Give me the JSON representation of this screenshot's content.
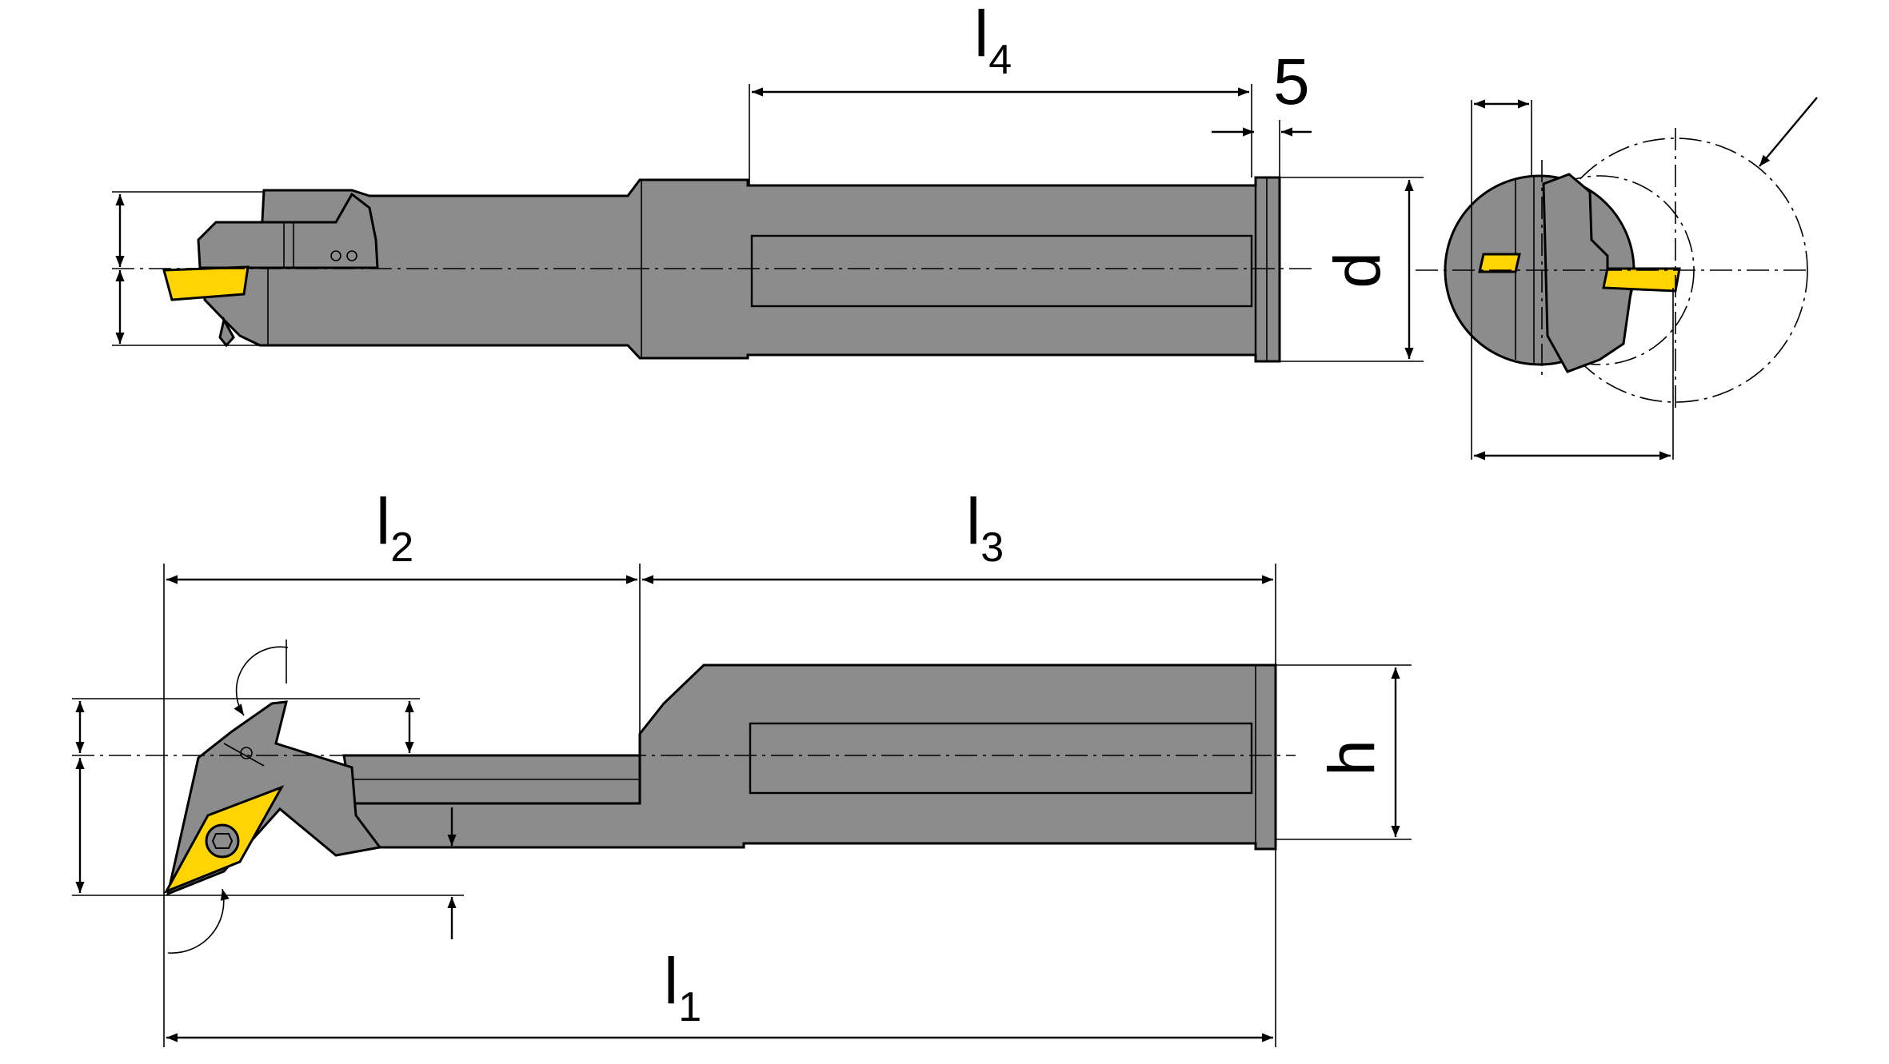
{
  "labels": {
    "l4_main": "l",
    "l4_sub": "4",
    "five": "5",
    "d": "d",
    "l2_main": "l",
    "l2_sub": "2",
    "l3_main": "l",
    "l3_sub": "3",
    "h": "h",
    "l1_main": "l",
    "l1_sub": "1"
  },
  "colors": {
    "body": "#8c8c8c",
    "insert": "#ffd400",
    "line": "#000000"
  }
}
